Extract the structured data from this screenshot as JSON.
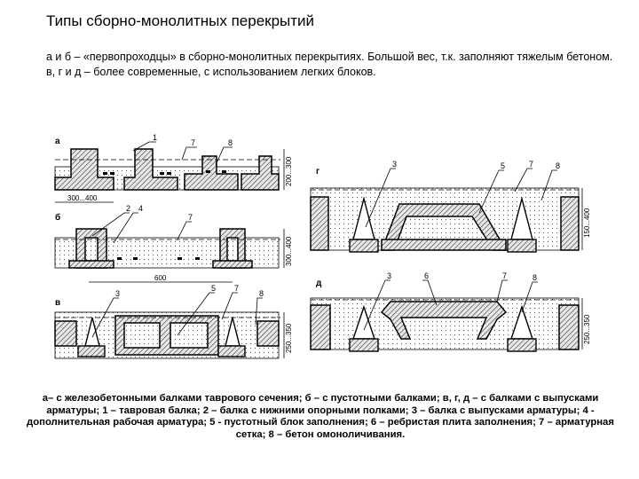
{
  "title": "Типы сборно-монолитных перекрытий",
  "description": [
    "а и б – «первопроходцы» в сборно-монолитных перекрытиях. Большой вес, т.к. заполняют тяжелым бетоном.",
    "в, г и д – более современные, с использованием легких блоков."
  ],
  "figure": {
    "section_labels": {
      "a": "а",
      "b": "б",
      "v": "в",
      "g": "г",
      "d": "д"
    },
    "callouts_a": [
      "1",
      "7",
      "8"
    ],
    "callouts_b": [
      "2",
      "4",
      "7"
    ],
    "callouts_v": [
      "3",
      "5",
      "7",
      "8"
    ],
    "callouts_g": [
      "3",
      "5",
      "7",
      "8"
    ],
    "callouts_d": [
      "3",
      "6",
      "7",
      "8"
    ],
    "dimensions": {
      "a_spacing": "300...400",
      "a_height": "200...300",
      "b_height": "300...400",
      "b_span": "600",
      "v_height": "250...350",
      "g_height": "150...400",
      "d_height": "250...350"
    }
  },
  "caption": "а– с железобетонными балками таврового сечения; б – с пустотными балками; в, г, д – с балками с выпусками арматуры; 1 – тавровая балка; 2 – балка с нижними опорными полками; 3 – балка с выпусками арматуры; 4 - дополнительная рабочая арматура; 5 - пустотный блок заполнения; 6 – ребристая плита заполнения; 7 – арматурная сетка; 8 – бетон омоноличивания."
}
